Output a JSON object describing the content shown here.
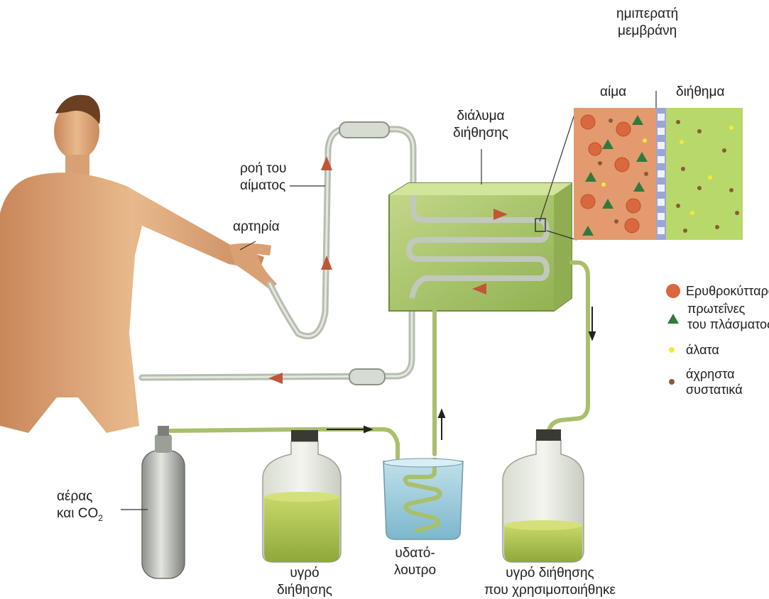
{
  "labels": {
    "membrane": [
      "ημιπερατή",
      "μεμβράνη"
    ],
    "blood": "αίμα",
    "dialysate": "διήθημα",
    "dialysis_solution": [
      "διάλυμα",
      "διήθησης"
    ],
    "blood_flow": [
      "ροή του",
      "αίματος"
    ],
    "artery": "αρτηρία",
    "air_co2": [
      "αέρας",
      "και CO",
      "2"
    ],
    "fluid": [
      "υγρό",
      "διήθησης"
    ],
    "water_bath": [
      "υδατό-",
      "λουτρο"
    ],
    "used_fluid": [
      "υγρό διήθησης",
      "που χρησιμοποιήθηκε"
    ]
  },
  "legend": [
    {
      "label": "Ερυθροκύτταρα",
      "icon": "red-cell-icon",
      "color": "#d9683f"
    },
    {
      "label": [
        "πρωτεΐνες",
        "του πλάσματος"
      ],
      "icon": "protein-triangle-icon",
      "color": "#2f7a3e"
    },
    {
      "label": "άλατα",
      "icon": "salt-dot-icon",
      "color": "#f2ea3a"
    },
    {
      "label": [
        "άχρηστα",
        "συστατικά"
      ],
      "icon": "waste-dot-icon",
      "color": "#8a5a3c"
    }
  ],
  "colors": {
    "blood_panel": "#e39a6e",
    "dialysate_panel": "#b9d86a",
    "membrane": "#9aa6d6",
    "tank": "#a9c96a",
    "arrow": "#c0563a",
    "tube": "#c9cfc2",
    "fluid": "#a9c447",
    "bath": "#8fc6d8"
  }
}
